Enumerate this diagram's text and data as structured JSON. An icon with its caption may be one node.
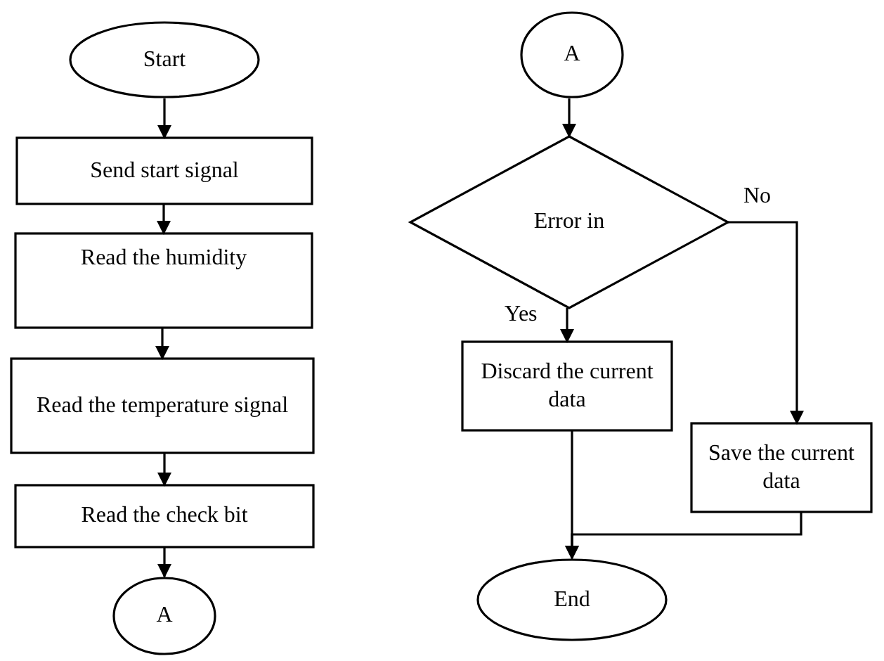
{
  "diagram": {
    "nodes": [
      {
        "text": [
          "Start"
        ]
      },
      {
        "text": [
          "Send start signal"
        ]
      },
      {
        "text": [
          "Read the humidity"
        ]
      },
      {
        "text": [
          "Read the temperature signal"
        ]
      },
      {
        "text": [
          "Read the check bit"
        ]
      },
      {
        "text": [
          "A"
        ]
      },
      {
        "text": [
          "A"
        ]
      },
      {
        "text": [
          "Error in"
        ]
      },
      {
        "text": [
          "Discard the current data"
        ]
      },
      {
        "text": [
          "Save the current data"
        ]
      },
      {
        "text": [
          "End"
        ]
      }
    ],
    "edges": [
      {
        "from": 0,
        "to": 1,
        "arrow": "to"
      },
      {
        "from": 1,
        "to": 2,
        "arrow": "to"
      },
      {
        "from": 2,
        "to": 3,
        "arrow": "to"
      },
      {
        "from": 3,
        "to": 4,
        "arrow": "to"
      },
      {
        "from": 4,
        "to": 5,
        "arrow": "to"
      },
      {
        "from": 6,
        "to": 7,
        "arrow": "to"
      },
      {
        "from": 7,
        "to": 8,
        "arrow": "to",
        "label": "Yes"
      },
      {
        "from": 7,
        "to": 9,
        "arrow": "to",
        "label": "No"
      },
      {
        "from": 8,
        "to": 10,
        "arrow": "to"
      },
      {
        "from": 9,
        "to": 10,
        "arrow": "to"
      }
    ]
  }
}
